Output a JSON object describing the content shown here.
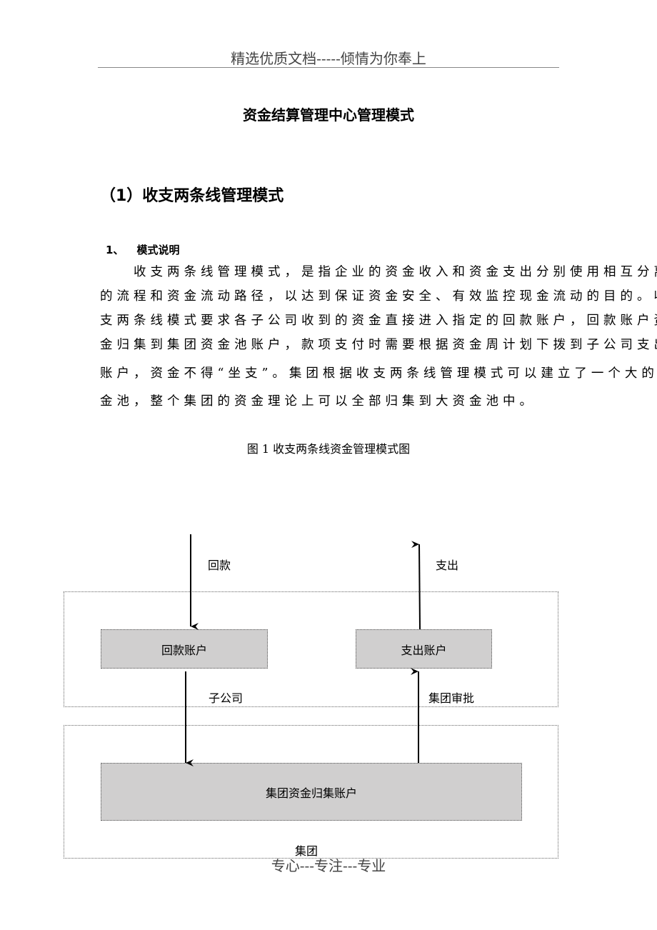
{
  "header": "精选优质文档-----倾情为你奉上",
  "title": "资金结算管理中心管理模式",
  "section": "（1）收支两条线管理模式",
  "subsection": {
    "number": "1、",
    "label": "模式说明"
  },
  "paragraph_lines": [
    "　　收支两条线管理模式，是指企业的资金收入和资金支出分别使用相互分离",
    "的流程和资金流动路径，以达到保证资金安全、有效监控现金流动的目的。收",
    "支两条线模式要求各子公司收到的资金直接进入指定的回款账户，回款账户资",
    "金归集到集团资金池账户，款项支付时需要根据资金周计划下拨到子公司支出",
    "账户，资金不得“坐支”。集团根据收支两条线管理模式可以建立了一个大的资",
    "金池，整个集团的资金理论上可以全部归集到大资金池中。"
  ],
  "figure": {
    "caption": "图 1  收支两条线资金管理模式图",
    "labels": {
      "inflow": "回款",
      "outflow": "支出",
      "subsidiary": "子公司",
      "approval": "集团审批",
      "group": "集团"
    },
    "boxes": {
      "receipt_account": "回款账户",
      "expense_account": "支出账户",
      "pool_account": "集团资金归集账户"
    }
  },
  "footer": "专心---专注---专业"
}
